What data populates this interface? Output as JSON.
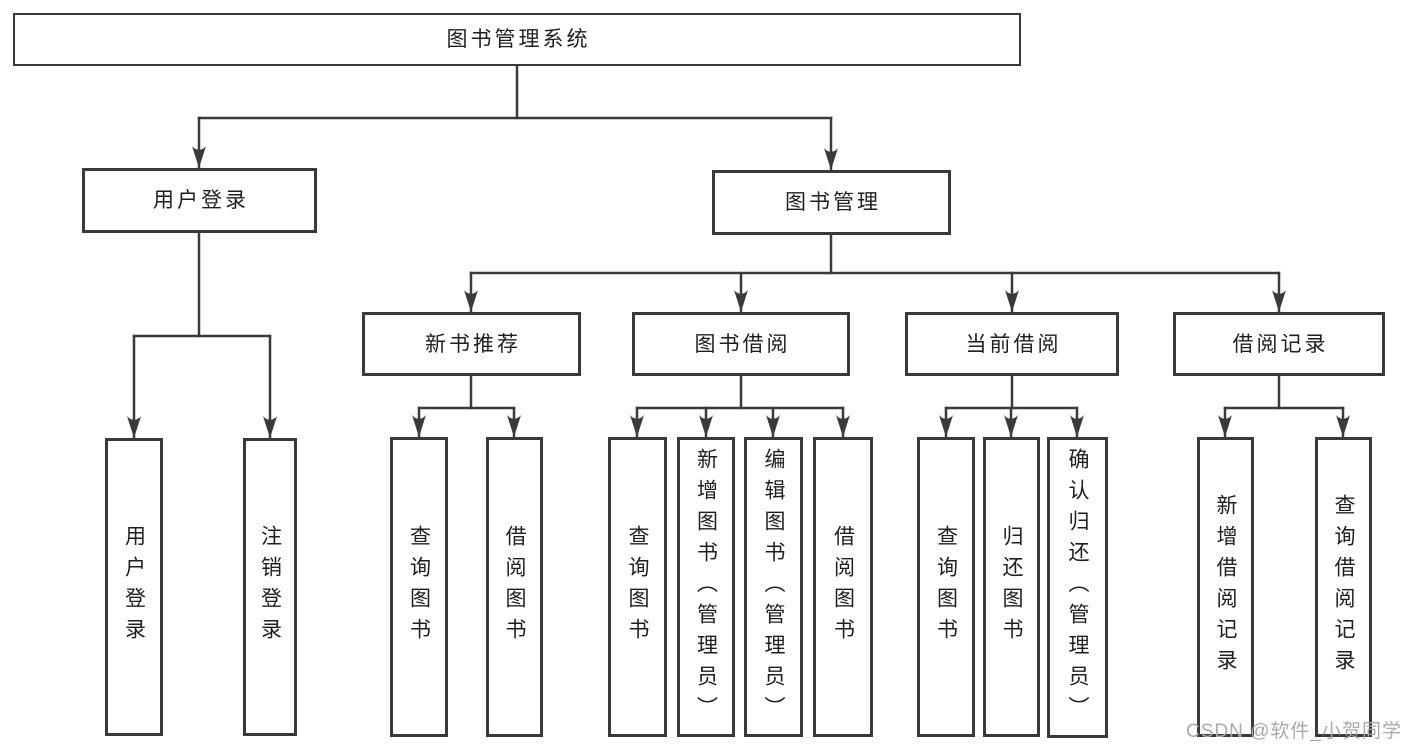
{
  "diagram_title": "图书管理系统",
  "colors": {
    "line": "#3a3a3a",
    "box_border": "#3a3a3a",
    "text": "#1f1f1f",
    "background": "#ffffff",
    "watermark": "#aaaaaa"
  },
  "tree": {
    "root": "图书管理系统",
    "level2": [
      "用户登录",
      "图书管理"
    ],
    "user_login_children": [
      "用户登录",
      "注销登录"
    ],
    "book_mgmt_children": [
      "新书推荐",
      "图书借阅",
      "当前借阅",
      "借阅记录"
    ],
    "new_book_children": [
      "查询图书",
      "借阅图书"
    ],
    "book_borrow_children": [
      "查询图书",
      "新增图书（管理员）",
      "编辑图书（管理员）",
      "借阅图书"
    ],
    "current_borrow_children": [
      "查询图书",
      "归还图书",
      "确认归还（管理员）"
    ],
    "borrow_record_children": [
      "新增借阅记录",
      "查询借阅记录"
    ]
  },
  "watermark": "CSDN @软件_小贺同学"
}
